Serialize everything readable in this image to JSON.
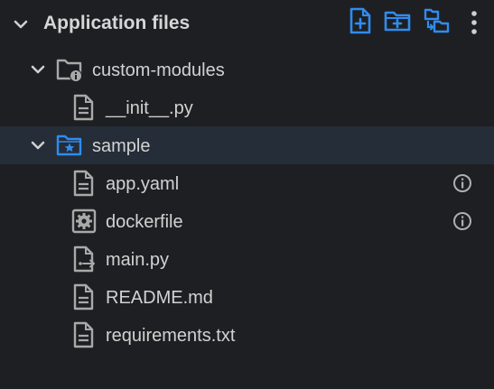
{
  "header": {
    "title": "Application files",
    "actions": [
      "new-file-icon",
      "new-folder-icon",
      "move-files-icon",
      "more-options-icon"
    ]
  },
  "tree": [
    {
      "label": "custom-modules",
      "type": "folder",
      "expanded": true,
      "icon": "folder-info-icon"
    },
    {
      "label": "__init__.py",
      "type": "file",
      "icon": "file-icon"
    },
    {
      "label": "sample",
      "type": "folder",
      "expanded": true,
      "selected": true,
      "icon": "folder-star-icon"
    },
    {
      "label": "app.yaml",
      "type": "file",
      "icon": "file-icon",
      "info": true
    },
    {
      "label": "dockerfile",
      "type": "file",
      "icon": "gear-file-icon",
      "info": true
    },
    {
      "label": "main.py",
      "type": "file",
      "icon": "executable-file-icon"
    },
    {
      "label": "README.md",
      "type": "file",
      "icon": "file-icon"
    },
    {
      "label": "requirements.txt",
      "type": "file",
      "icon": "file-icon"
    }
  ],
  "colors": {
    "background": "#1e1f22",
    "selected_row": "#252d38",
    "accent": "#2f8cf0",
    "text": "#d2d2d2",
    "icon_gray": "#a9a9a9"
  }
}
